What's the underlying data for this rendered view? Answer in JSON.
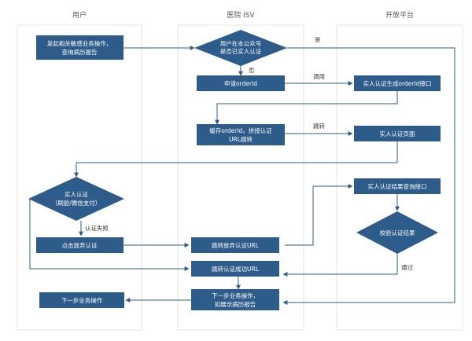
{
  "lanes": {
    "user": "用户",
    "isv": "医院 ISV",
    "platform": "开放平台"
  },
  "nodes": {
    "initiate": [
      "发起相关敏感业务操作，",
      "查询病历报告"
    ],
    "check_realname": [
      "用户在本公众号",
      "是否已实人认证"
    ],
    "request_orderid": [
      "申请orderId"
    ],
    "gen_orderid_api": [
      "实人认证生成orderId接口"
    ],
    "cache_redirect": [
      "缓存orderId，拼接认证",
      "URL跳转"
    ],
    "verify_page": [
      "实人认证页面"
    ],
    "realname_verify": [
      "实人认证",
      "（刷脸/微信支付）"
    ],
    "click_abandon": [
      "点击放弃认证"
    ],
    "redirect_abandon": [
      "跳转放弃认证URL"
    ],
    "query_result_api": [
      "实人认证结果查询接口"
    ],
    "check_result": [
      "校验认证结果"
    ],
    "redirect_success": [
      "跳转认证成功URL"
    ],
    "next_step_isv": [
      "下一步业务操作，",
      "如展示病历报告"
    ],
    "next_step_user": [
      "下一步业务操作"
    ]
  },
  "edges": {
    "yes": "是",
    "no": "否",
    "call": "调用",
    "jump": "跳转",
    "fail": "认证失败",
    "pass": "通过"
  },
  "colors": {
    "node": "#2e5c8a",
    "line": "#2e5c8a",
    "lane_border": "#e3e3e3",
    "text": "#ffffff"
  }
}
